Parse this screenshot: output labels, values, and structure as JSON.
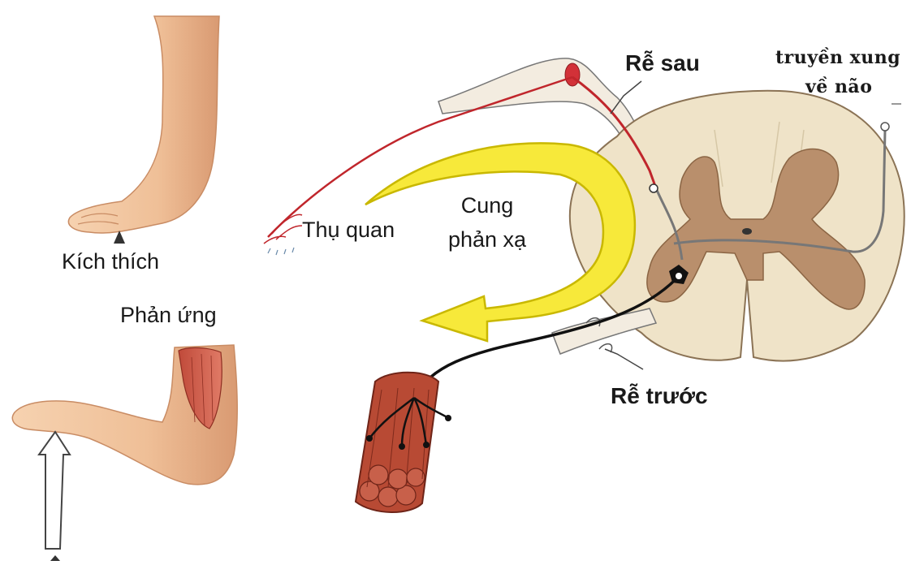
{
  "labels": {
    "stimulus": "Kích thích",
    "response": "Phản ứng",
    "receptor": "Thụ quan",
    "reflex_arc_line1": "Cung",
    "reflex_arc_line2": "phản xạ",
    "dorsal_root": "Rễ sau",
    "ventral_root": "Rễ trước",
    "to_brain_line1": "truyền xung",
    "to_brain_line2": "về não"
  },
  "colors": {
    "skin": "#f2c29c",
    "skin_shadow": "#d99a72",
    "sensory_nerve": "#c0262c",
    "motor_nerve": "#111111",
    "arrow": "#f7e93a",
    "arrow_outline": "#c9b800",
    "white_matter": "#efe3c8",
    "grey_matter": "#b98f6c",
    "muscle": "#b84a34"
  }
}
